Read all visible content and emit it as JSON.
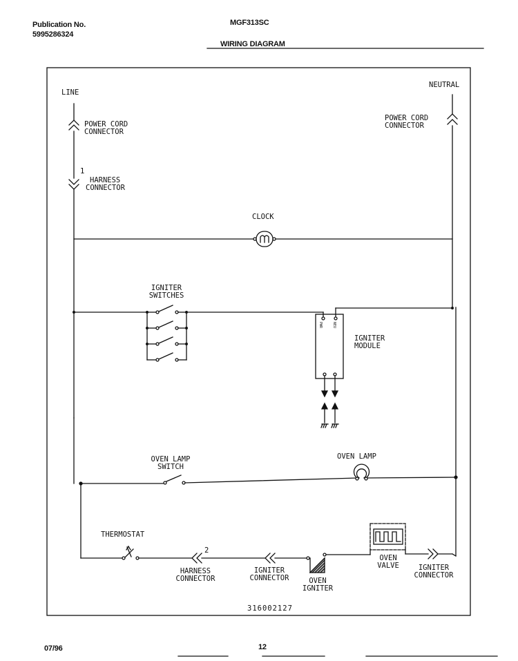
{
  "header": {
    "publication_label": "Publication No.",
    "publication_number": "5995286324",
    "model": "MGF313SC",
    "title": "WIRING DIAGRAM"
  },
  "diagram": {
    "line": "LINE",
    "neutral": "NEUTRAL",
    "power_cord_left": [
      "POWER CORD",
      "CONNECTOR"
    ],
    "power_cord_right": [
      "POWER CORD",
      "CONNECTOR"
    ],
    "harness_top_number": "1",
    "harness_top": [
      "HARNESS",
      "CONNECTOR"
    ],
    "clock": "CLOCK",
    "igniter_switches": [
      "IGNITER",
      "SWITCHES"
    ],
    "igniter_module": [
      "IGNITER",
      "MODULE"
    ],
    "module_terminals": [
      "PWR",
      "NEU"
    ],
    "oven_lamp_switch": [
      "OVEN LAMP",
      "SWITCH"
    ],
    "oven_lamp": "OVEN LAMP",
    "thermostat": "THERMOSTAT",
    "harness_bottom_number": "2",
    "harness_bottom": [
      "HARNESS",
      "CONNECTOR"
    ],
    "igniter_connector_mid": [
      "IGNITER",
      "CONNECTOR"
    ],
    "oven_igniter": [
      "OVEN",
      "IGNITER"
    ],
    "oven_valve": [
      "OVEN",
      "VALVE"
    ],
    "igniter_connector_right": [
      "IGNITER",
      "CONNECTOR"
    ],
    "part_number": "316002127"
  },
  "footer": {
    "date": "07/96",
    "page": "12"
  }
}
